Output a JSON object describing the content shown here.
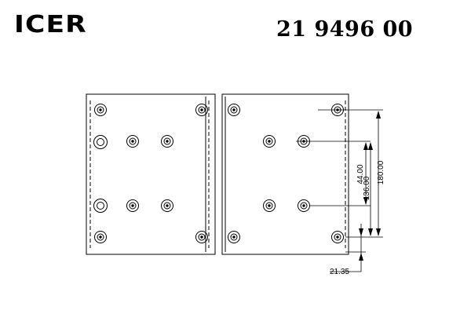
{
  "header": {
    "brand": "ICER",
    "part_number": "21 9496 00"
  },
  "dimensions": {
    "d1": "44.00",
    "d2": "136.00",
    "d3": "180.00",
    "d4": "21.35"
  },
  "colors": {
    "line": "#000000",
    "background": "#ffffff"
  }
}
